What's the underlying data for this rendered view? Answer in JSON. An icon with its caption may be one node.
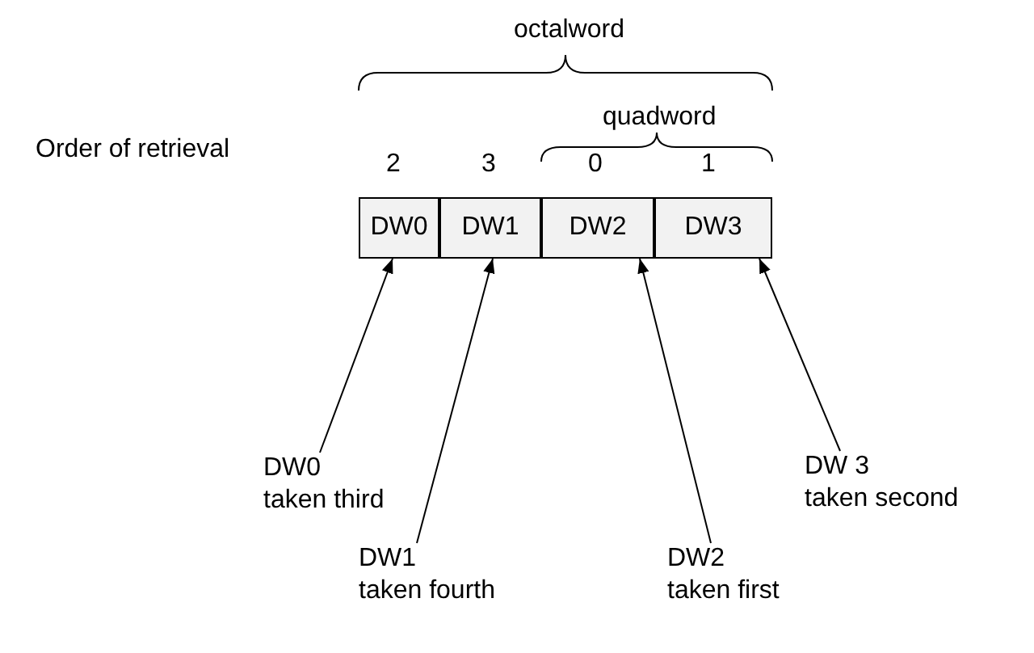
{
  "diagram": {
    "nodes": [
      {
        "text": [
          "DW0"
        ]
      },
      {
        "text": [
          "DW1"
        ]
      },
      {
        "text": [
          "DW2"
        ]
      },
      {
        "text": [
          "DW3"
        ]
      },
      {
        "text": [
          "DW0 taken third"
        ]
      },
      {
        "text": [
          "DW1 taken fourth"
        ]
      },
      {
        "text": [
          "DW2 taken first"
        ]
      },
      {
        "text": [
          "DW 3 taken second"
        ]
      }
    ],
    "edges": [
      {
        "from": 4,
        "to": 0,
        "arrow": "to"
      },
      {
        "from": 5,
        "to": 1,
        "arrow": "to"
      },
      {
        "from": 6,
        "to": 2,
        "arrow": "to"
      },
      {
        "from": 7,
        "to": 3,
        "arrow": "to"
      }
    ],
    "labels": [
      "octalword",
      "quadword",
      "Order of retrieval",
      "2",
      "3",
      "0",
      "1"
    ]
  }
}
